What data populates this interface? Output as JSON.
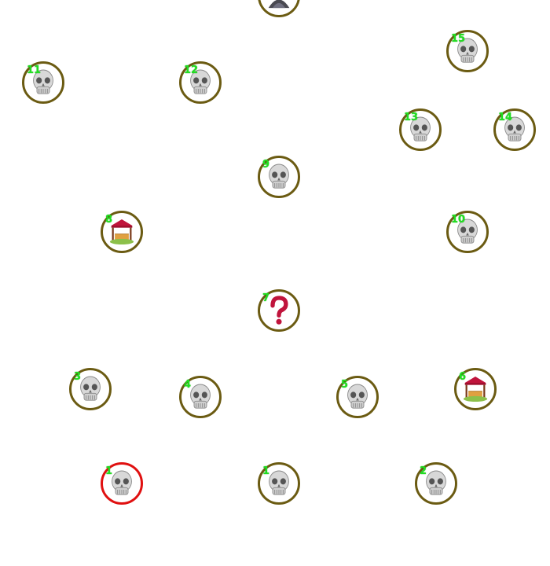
{
  "colors": {
    "ring": "#6b5b12",
    "current_ring": "#e01010",
    "number": "#22dd22",
    "event": "#c0143c"
  },
  "nodes": [
    {
      "label": "",
      "icon": "boss-icon"
    },
    {
      "label": "15",
      "icon": "skull-icon"
    },
    {
      "label": "11",
      "icon": "skull-icon"
    },
    {
      "label": "12",
      "icon": "skull-icon"
    },
    {
      "label": "13",
      "icon": "skull-icon"
    },
    {
      "label": "14",
      "icon": "skull-icon"
    },
    {
      "label": "9",
      "icon": "skull-icon"
    },
    {
      "label": "8",
      "icon": "camp-icon"
    },
    {
      "label": "10",
      "icon": "skull-icon"
    },
    {
      "label": "7",
      "icon": "question-icon"
    },
    {
      "label": "3",
      "icon": "skull-icon"
    },
    {
      "label": "4",
      "icon": "skull-icon"
    },
    {
      "label": "5",
      "icon": "skull-icon"
    },
    {
      "label": "6",
      "icon": "camp-icon"
    },
    {
      "label": "1",
      "icon": "skull-icon",
      "current": true
    },
    {
      "label": "1",
      "icon": "skull-icon"
    },
    {
      "label": "2",
      "icon": "skull-icon"
    }
  ]
}
